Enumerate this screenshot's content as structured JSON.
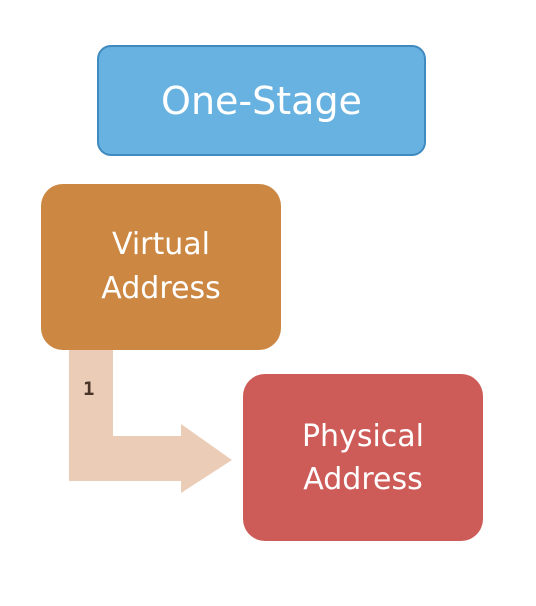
{
  "diagram": {
    "title": "One-Stage",
    "nodes": [
      {
        "label": "Virtual\nAddress"
      },
      {
        "label": "Physical\nAddress"
      }
    ],
    "edge": {
      "label": "1"
    }
  },
  "colors": {
    "title_fill": "#67b2e0",
    "title_border": "#3f8abf",
    "virtual_fill": "#cc8843",
    "physical_fill": "#cd5c58",
    "arrow_fill": "#ebcdb7",
    "text": "#ffffff"
  }
}
